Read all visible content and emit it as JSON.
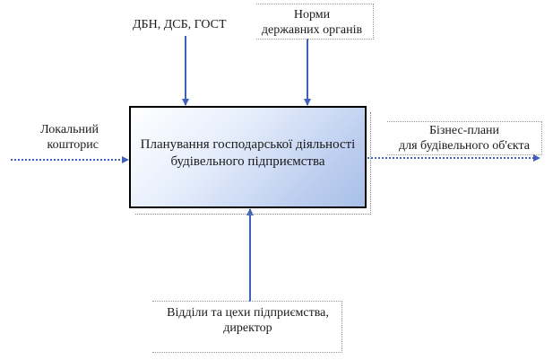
{
  "diagram": {
    "process": {
      "line1": "Планування господарської діяльності",
      "line2": "будівельного підприємства"
    },
    "input": {
      "line1": "Локальний",
      "line2": "кошторис"
    },
    "control_left": {
      "line1": "ДБН, ДСБ, ГОСТ"
    },
    "control_right": {
      "line1": "Норми",
      "line2": "державних органів"
    },
    "output": {
      "line1": "Бізнес-плани",
      "line2": "для будівельного об'єкта"
    },
    "mechanism": {
      "line1": "Відділи та цехи підприємства,",
      "line2": "директор"
    },
    "colors": {
      "arrow": "#3f62b8",
      "box_border": "#000000",
      "box_fill_light": "#e6eefc",
      "box_fill_dark": "#a8bfe8"
    }
  }
}
